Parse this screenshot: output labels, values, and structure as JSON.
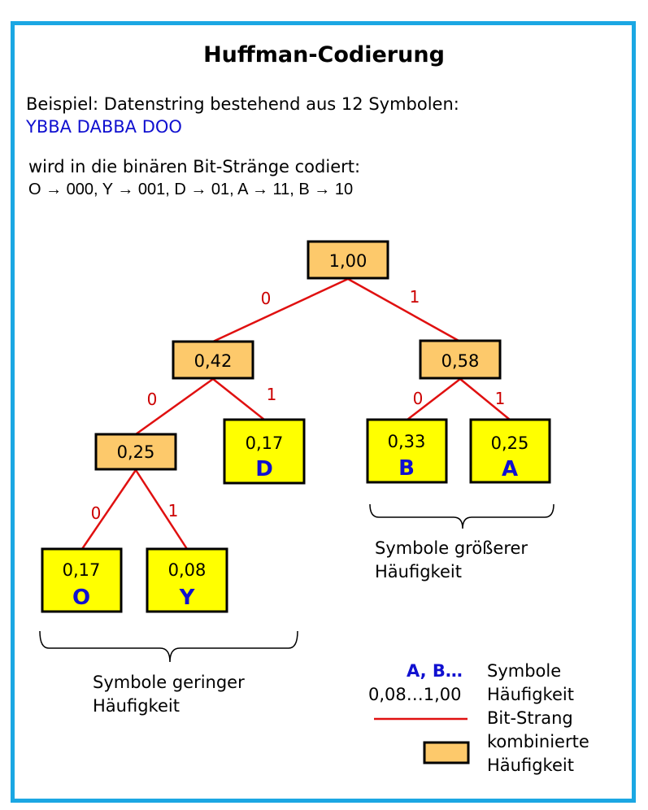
{
  "title": "Huffman-Codierung",
  "intro": {
    "line1": "Beispiel: Datenstring bestehend aus 12 Symbolen:",
    "string": "YBBA DABBA DOO",
    "line2": "wird in die binären Bit-Stränge codiert:",
    "codes": "O → 000,  Y → 001,  D → 01,  A → 11,  B → 10"
  },
  "tree": {
    "inner_nodes": [
      "1,00",
      "0,42",
      "0,58",
      "0,25"
    ],
    "leaves": [
      {
        "freq": "0,17",
        "symbol": "D"
      },
      {
        "freq": "0,33",
        "symbol": "B"
      },
      {
        "freq": "0,25",
        "symbol": "A"
      },
      {
        "freq": "0,17",
        "symbol": "O"
      },
      {
        "freq": "0,08",
        "symbol": "Y"
      }
    ],
    "edge_labels": [
      "0",
      "1",
      "0",
      "1",
      "0",
      "1",
      "0",
      "1"
    ]
  },
  "braces": {
    "high": [
      "Symbole größerer",
      "Häufigkeit"
    ],
    "low": [
      "Symbole geringer",
      "Häufigkeit"
    ]
  },
  "legend": {
    "symbols_key": "A, B…",
    "symbols_label": "Symbole",
    "freq_key": "0,08…1,00",
    "freq_label": "Häufigkeit",
    "edge_label": "Bit-Strang",
    "box_label_1": "kombinierte",
    "box_label_2": "Häufigkeit"
  },
  "colors": {
    "frame": "#1ba7e3",
    "inner_node": "#fdc96b",
    "leaf": "#ffff00",
    "edge": "#e01010",
    "symbol": "#1010d0"
  }
}
